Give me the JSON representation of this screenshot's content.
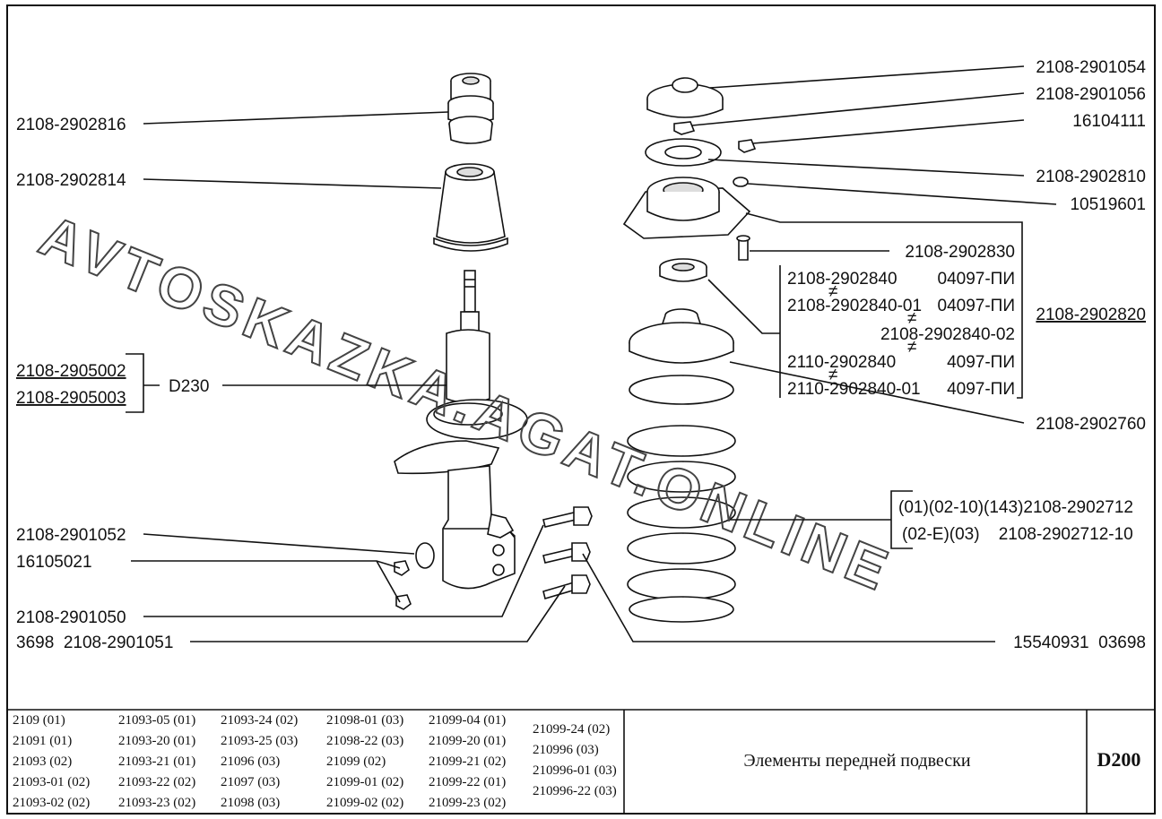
{
  "diagram": {
    "watermark": "AVTOSKAZKA.AGAT.ONLINE",
    "left_labels": {
      "bump_stop": "2108-2902816",
      "boot": "2108-2902814",
      "strut_1": "2108-2905002",
      "strut_2": "2108-2905003",
      "strut_variant": "D230",
      "plate": "2108-2901052",
      "nut": "16105021",
      "bolt_1": "2108-2901050",
      "bolt_2": "3698  2108-2901051"
    },
    "right_labels": {
      "support_cap": "2108-2901054",
      "upper_nut": "2108-2901056",
      "small_nut": "16104111",
      "washer": "2108-2902810",
      "spring_washer": "10519601",
      "bolt": "2108-2902830",
      "support_assembly": "2108-2902820",
      "spring_seat": "2108-2902760",
      "eccentric_nut": "15540931  03698"
    },
    "bearing_rows": [
      {
        "part": "2108-2902840",
        "code": "04097-ПИ"
      },
      {
        "part": "2108-2902840-01",
        "code": "04097-ПИ"
      },
      {
        "part": "2108-2902840-02",
        "code": ""
      },
      {
        "part": "2110-2902840",
        "code": "4097-ПИ"
      },
      {
        "part": "2110-2902840-01",
        "code": "4097-ПИ"
      }
    ],
    "spring_rows": [
      "(01)(02-10)(143)2108-2902712",
      "(02-E)(03)    2108-2902712-10"
    ],
    "neq": "≠"
  },
  "footer": {
    "model_columns": [
      [
        "2109 (01)",
        "21091 (01)",
        "21093 (02)",
        "21093-01 (02)",
        "21093-02 (02)"
      ],
      [
        "21093-05 (01)",
        "21093-20 (01)",
        "21093-21 (01)",
        "21093-22 (02)",
        "21093-23 (02)"
      ],
      [
        "21093-24 (02)",
        "21093-25 (03)",
        "21096 (03)",
        "21097 (03)",
        "21098 (03)"
      ],
      [
        "21098-01 (03)",
        "21098-22 (03)",
        "21099 (02)",
        "21099-01 (02)",
        "21099-02 (02)"
      ],
      [
        "21099-04 (01)",
        "21099-20 (01)",
        "21099-21 (02)",
        "21099-22 (01)",
        "21099-23 (02)"
      ],
      [
        "21099-24 (02)",
        "210996 (03)",
        "210996-01 (03)",
        "210996-22 (03)"
      ]
    ],
    "title": "Элементы передней подвески",
    "code": "D200"
  }
}
